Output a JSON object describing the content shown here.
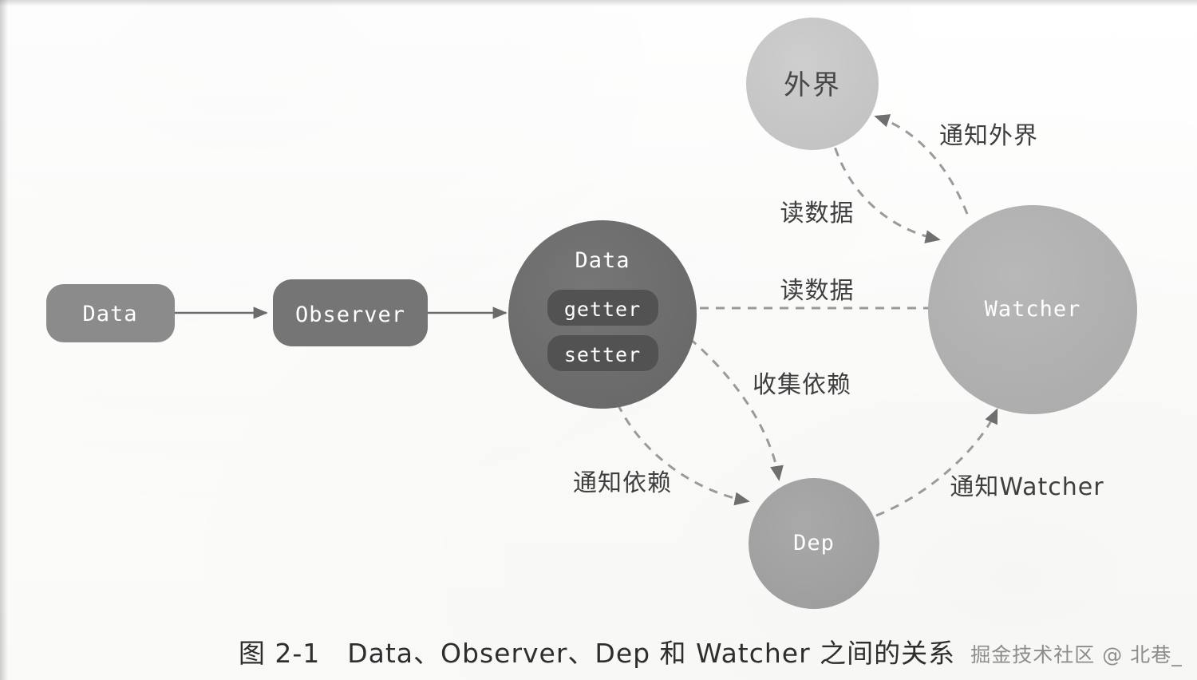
{
  "figure": {
    "caption": "图 2-1　Data、Observer、Dep 和 Watcher 之间的关系",
    "watermark": "掘金技术社区 @ 北巷_"
  },
  "nodes": {
    "data_box": {
      "label": "Data",
      "shape": "rounded-rect",
      "fill": "#8b8b8b"
    },
    "observer_box": {
      "label": "Observer",
      "shape": "rounded-rect",
      "fill": "#757575"
    },
    "data_circle": {
      "label": "Data",
      "shape": "circle",
      "fill": "#6e6e6e",
      "members": [
        {
          "label": "getter",
          "fill": "#525252"
        },
        {
          "label": "setter",
          "fill": "#525252"
        }
      ]
    },
    "outside_circle": {
      "label": "外界",
      "shape": "circle",
      "fill": "#c9c9c9"
    },
    "watcher_circle": {
      "label": "Watcher",
      "shape": "circle",
      "fill": "#b2b2b2"
    },
    "dep_circle": {
      "label": "Dep",
      "shape": "circle",
      "fill": "#a3a3a3"
    }
  },
  "edges": [
    {
      "id": "data-to-observer",
      "from": "Data",
      "to": "Observer",
      "label": "",
      "style": "solid"
    },
    {
      "id": "observer-to-data-circle",
      "from": "Observer",
      "to": "Data",
      "label": "",
      "style": "solid"
    },
    {
      "id": "watcher-to-getter",
      "from": "Watcher",
      "to": "getter",
      "label": "读数据",
      "style": "dashed"
    },
    {
      "id": "outside-to-watcher",
      "from": "外界",
      "to": "Watcher",
      "label": "读数据",
      "style": "dashed"
    },
    {
      "id": "watcher-to-outside",
      "from": "Watcher",
      "to": "外界",
      "label": "通知外界",
      "style": "dashed"
    },
    {
      "id": "data-to-dep-collect",
      "from": "Data",
      "to": "Dep",
      "label": "收集依赖",
      "style": "dashed"
    },
    {
      "id": "data-to-dep-notify",
      "from": "Data",
      "to": "Dep",
      "label": "通知依赖",
      "style": "dashed"
    },
    {
      "id": "dep-to-watcher",
      "from": "Dep",
      "to": "Watcher",
      "label": "通知Watcher",
      "style": "dashed"
    }
  ],
  "edge_labels": {
    "read_data_top": "读数据",
    "read_data_mid": "读数据",
    "notify_outside": "通知外界",
    "collect_dep": "收集依赖",
    "notify_dep": "通知依赖",
    "notify_watcher": "通知Watcher"
  },
  "colors": {
    "background": "#fdfdfc",
    "dashed_stroke": "#9a9a9a",
    "solid_stroke": "#6b6b6b",
    "dark_text": "#2e2e2e",
    "light_text": "#ffffff"
  }
}
